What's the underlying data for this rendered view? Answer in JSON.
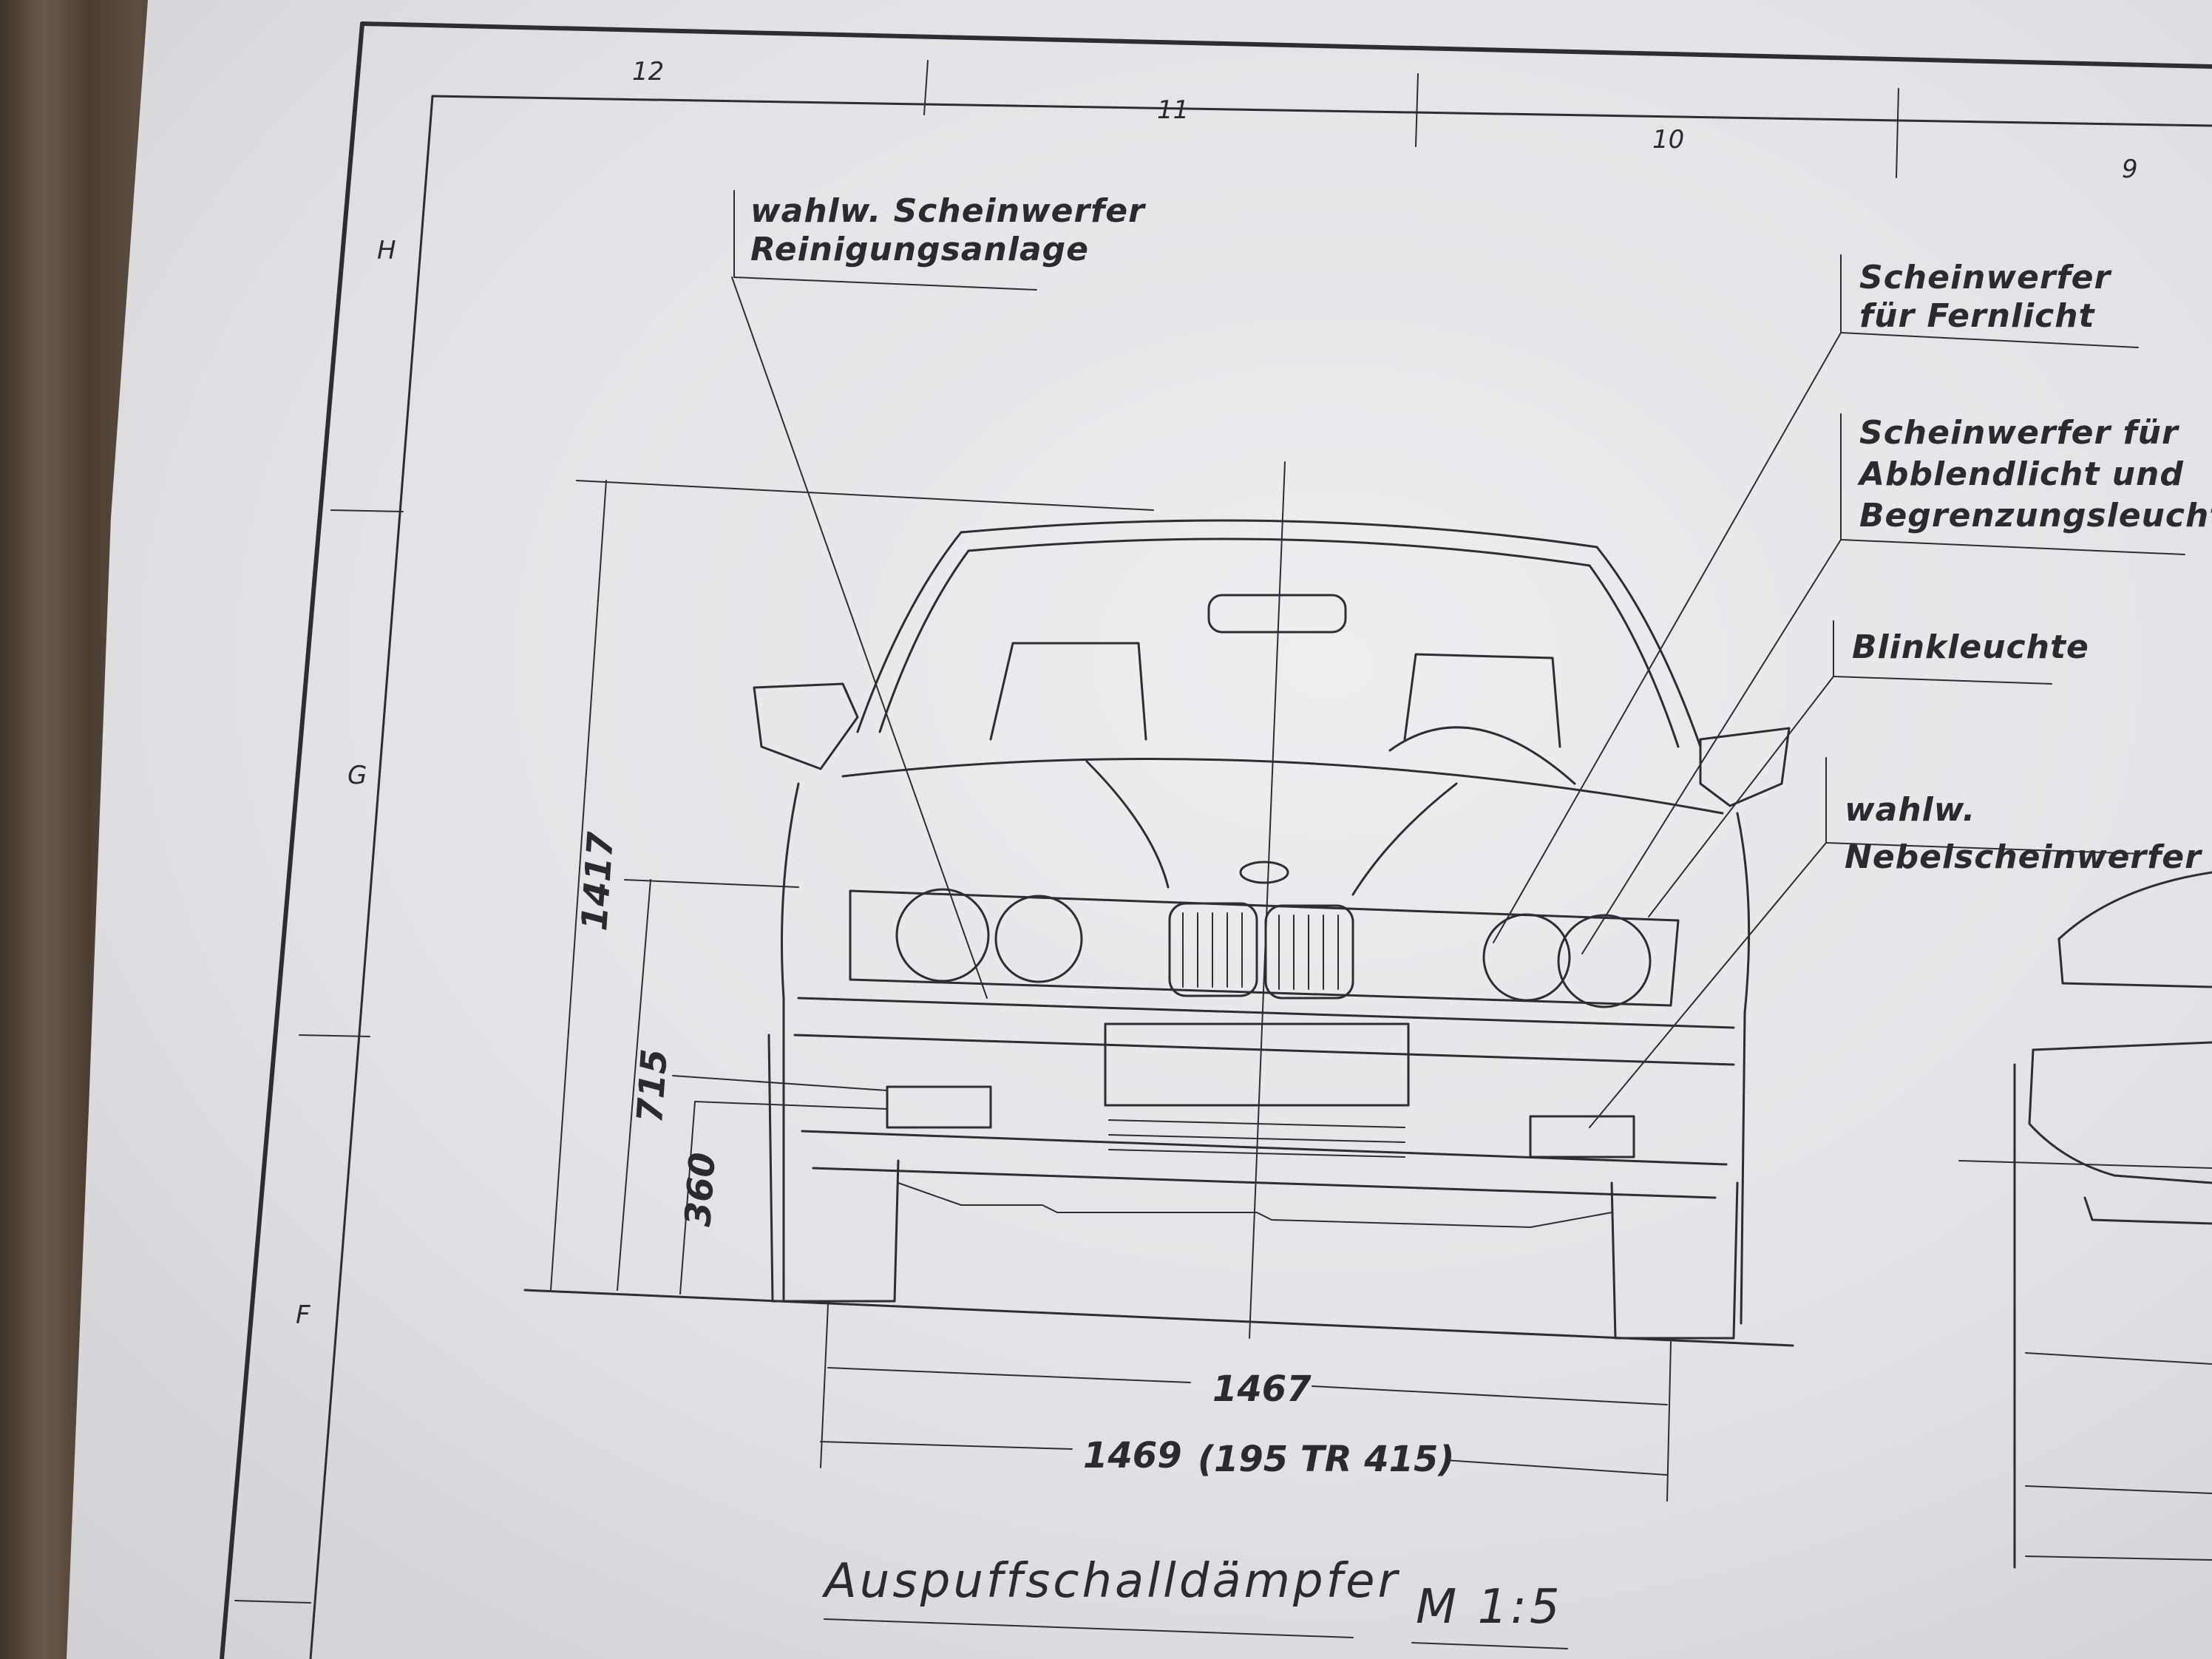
{
  "sheet": {
    "zone_numbers": [
      "12",
      "11",
      "10",
      "9"
    ],
    "zone_letters": [
      "H",
      "G",
      "F"
    ]
  },
  "callouts": {
    "washer": "wahlw. Scheinwerfer Reinigungsanlage",
    "high_beam": "Scheinwerfer für Fernlicht",
    "low_beam": "Scheinwerfer für Abblendlicht und Begrenzungsleuchte",
    "indicator": "Blinkleuchte",
    "fog": "wahlw. Nebelscheinwerfer"
  },
  "dimensions": {
    "height_total": "1417",
    "height_lamp": "715",
    "height_low": "360",
    "track_front": "1467",
    "track_rear": "1469",
    "tire_note": "(195 TR 415)"
  },
  "title": "Auspuffschalldämpfer",
  "scale": "M 1:5"
}
